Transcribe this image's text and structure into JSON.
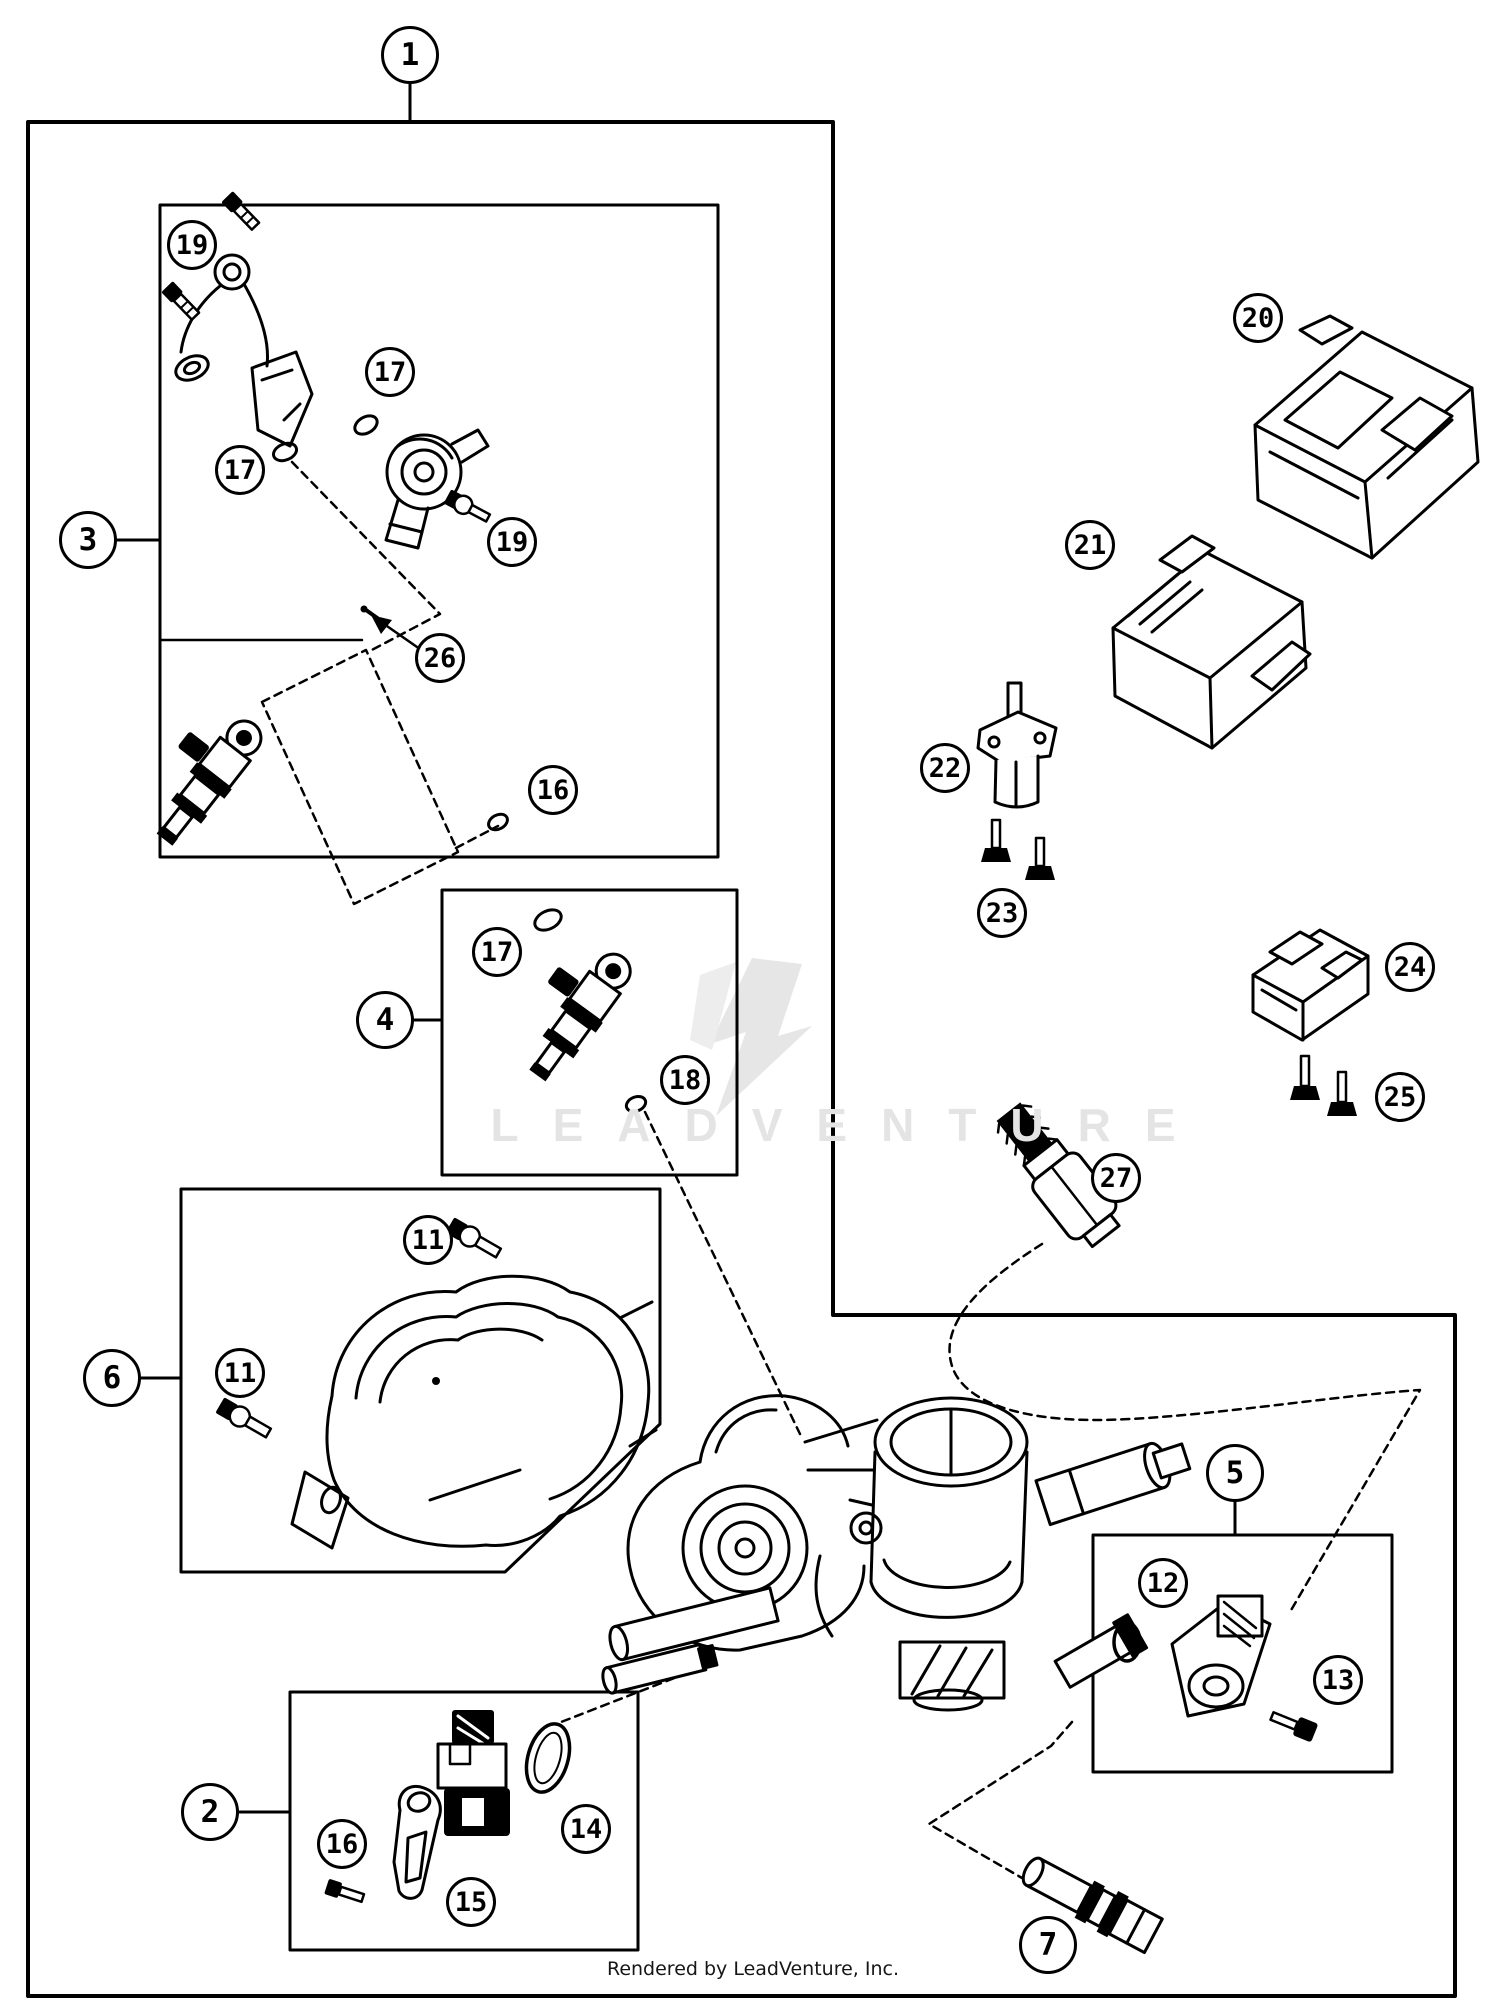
{
  "watermark": {
    "text": "LEADVENTURE",
    "logo_icon": "leadventure-bolt-logo-icon"
  },
  "footer": {
    "credit": "Rendered by LeadVenture, Inc."
  },
  "callouts": [
    {
      "label": "1"
    },
    {
      "label": "2"
    },
    {
      "label": "3"
    },
    {
      "label": "4"
    },
    {
      "label": "5"
    },
    {
      "label": "6"
    },
    {
      "label": "7"
    },
    {
      "label": "11"
    },
    {
      "label": "11"
    },
    {
      "label": "12"
    },
    {
      "label": "13"
    },
    {
      "label": "14"
    },
    {
      "label": "15"
    },
    {
      "label": "16"
    },
    {
      "label": "16"
    },
    {
      "label": "17"
    },
    {
      "label": "17"
    },
    {
      "label": "17"
    },
    {
      "label": "18"
    },
    {
      "label": "19"
    },
    {
      "label": "19"
    },
    {
      "label": "20"
    },
    {
      "label": "21"
    },
    {
      "label": "22"
    },
    {
      "label": "23"
    },
    {
      "label": "24"
    },
    {
      "label": "25"
    },
    {
      "label": "26"
    },
    {
      "label": "27"
    }
  ]
}
